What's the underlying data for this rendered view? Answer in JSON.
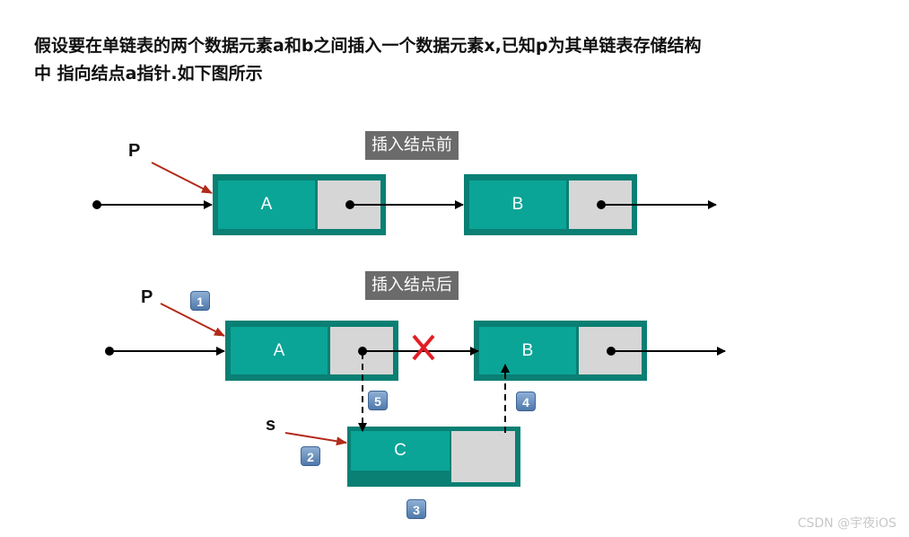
{
  "intro": {
    "line1": "假设要在单链表的两个数据元素a和b之间插入一个数据元素x,已知p为其单链表存储结构",
    "line2": "中 指向结点a指针.如下图所示"
  },
  "before": {
    "caption": "插入结点前",
    "pointer_label": "P",
    "node_a": "A",
    "node_b": "B"
  },
  "after": {
    "caption": "插入结点后",
    "pointer_label": "P",
    "s_label": "s",
    "node_a": "A",
    "node_b": "B",
    "node_c": "C",
    "steps": {
      "p": "1",
      "s": "2",
      "c": "3",
      "link_b": "4",
      "link_c": "5"
    }
  },
  "colors": {
    "node": "#0a7f73",
    "data": "#0aa597",
    "ptr": "#d6d6d6",
    "arrow_red": "#b22a1a",
    "cross": "#e31e24"
  },
  "watermark": "CSDN @宇夜iOS"
}
